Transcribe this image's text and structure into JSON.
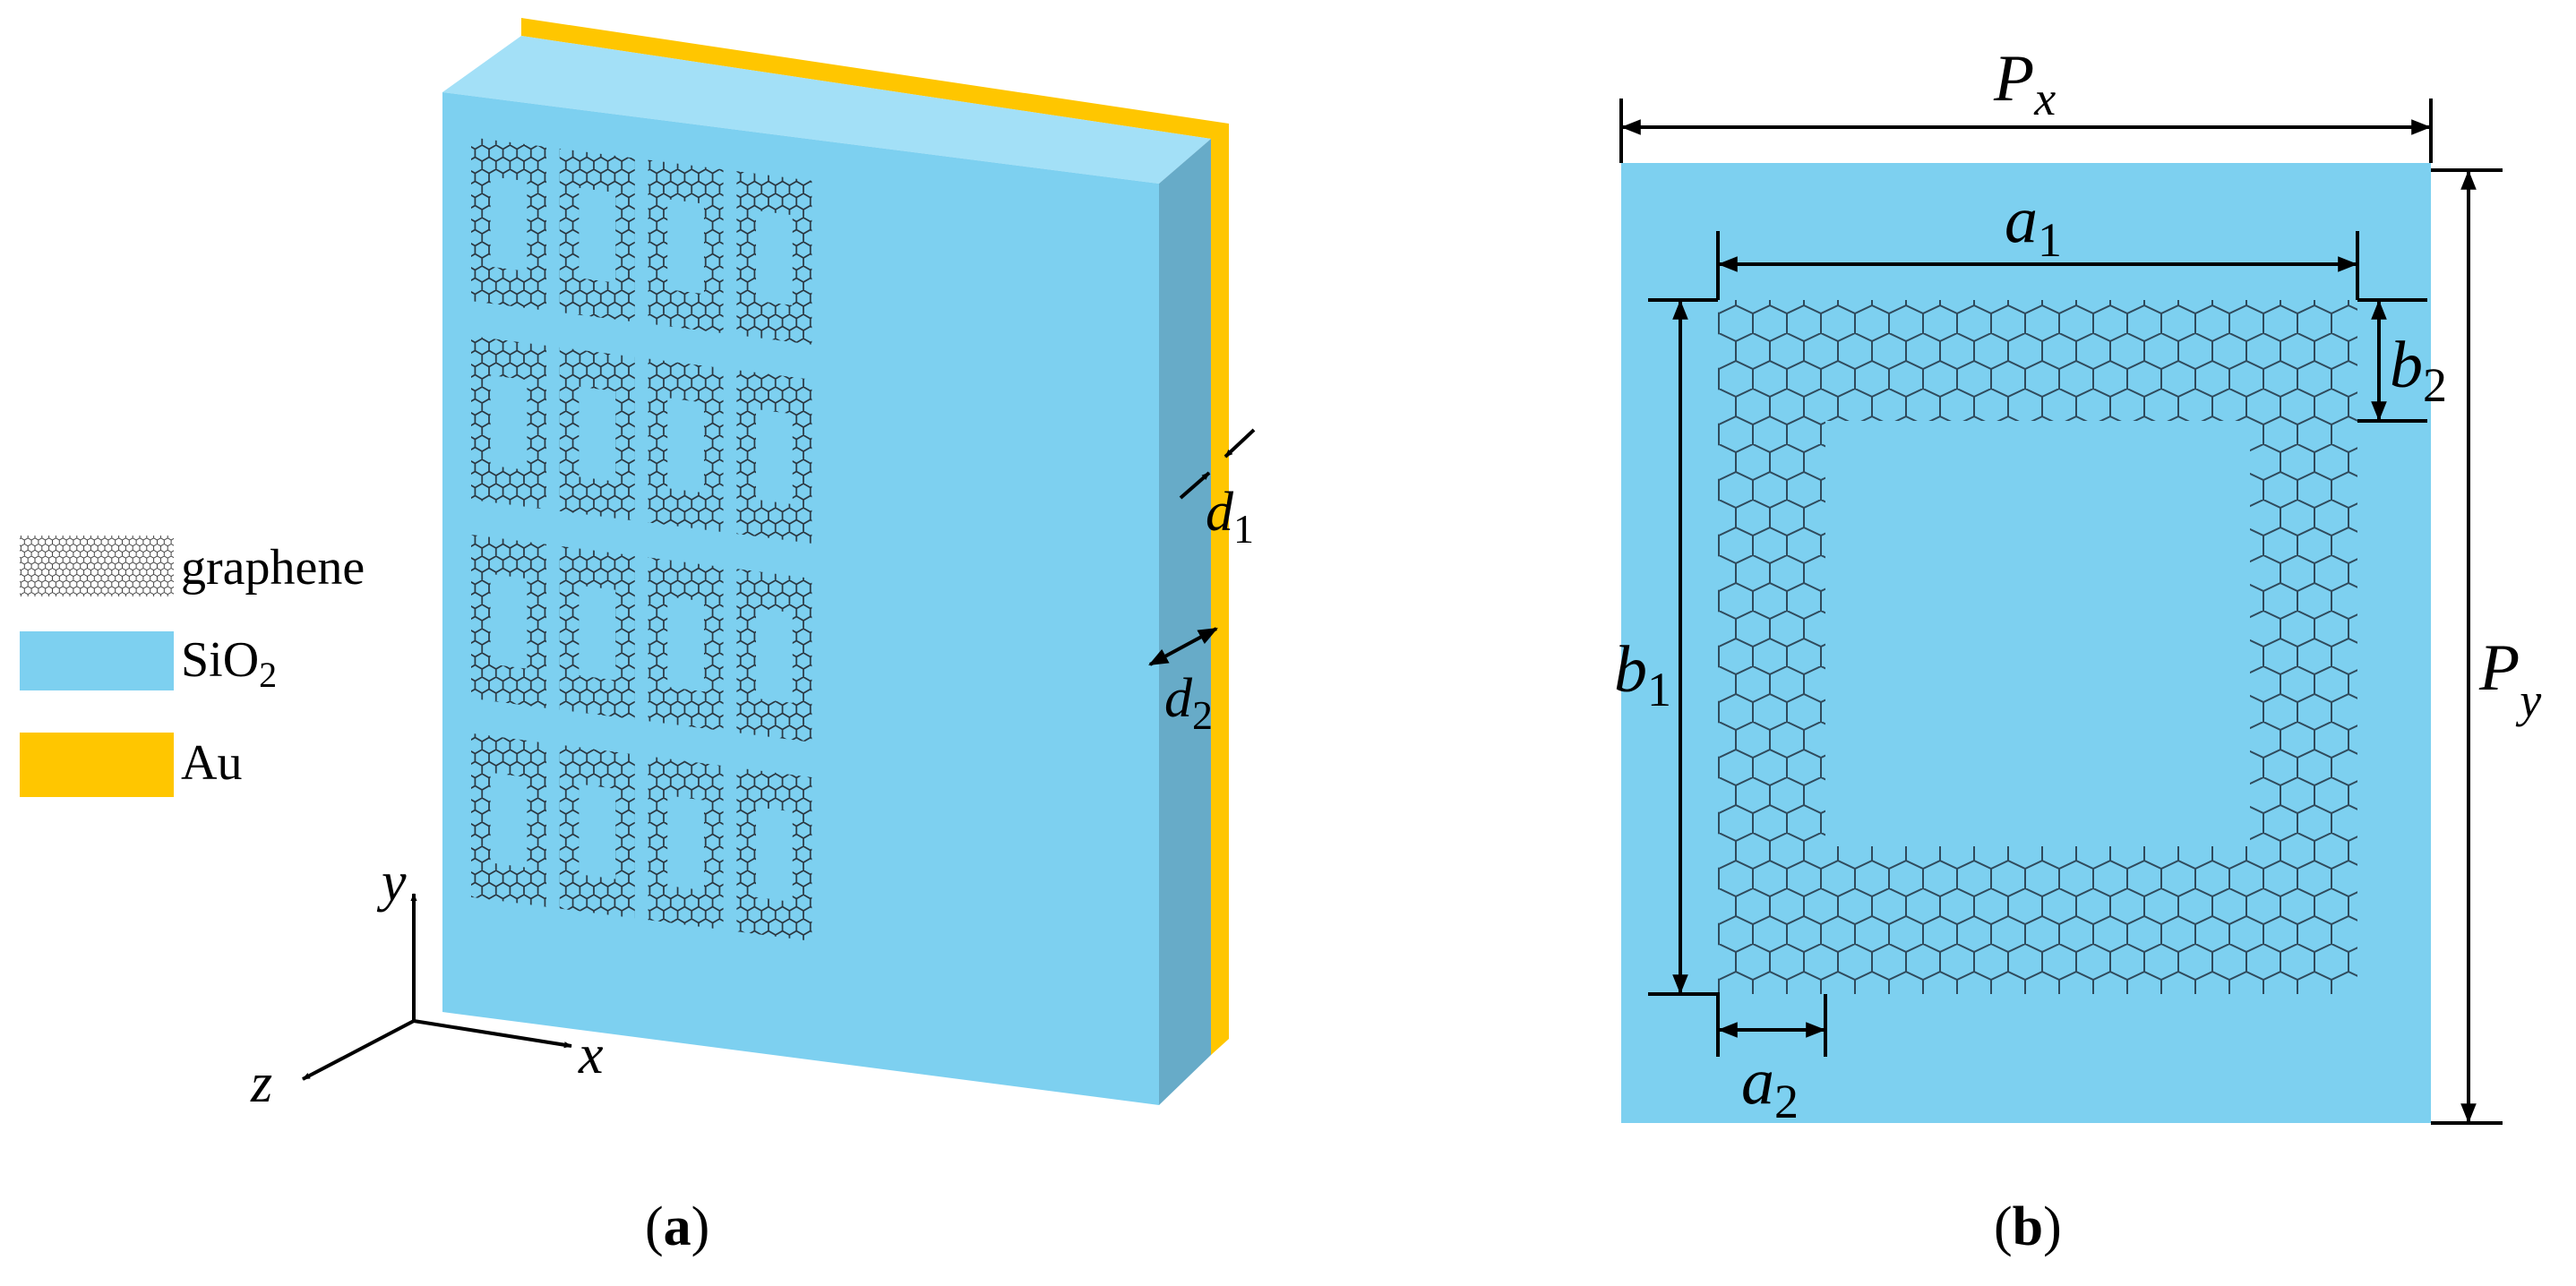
{
  "legend": {
    "graphene": "graphene",
    "sio2": "SiO",
    "sio2_sub": "2",
    "au": "Au"
  },
  "panel_a": {
    "caption_letter": "a",
    "axis_x": "x",
    "axis_y": "y",
    "axis_z": "z",
    "d1": "d",
    "d1_sub": "1",
    "d2": "d",
    "d2_sub": "2"
  },
  "panel_b": {
    "caption_letter": "b",
    "px": "P",
    "px_sub": "x",
    "py": "P",
    "py_sub": "y",
    "a1": "a",
    "a1_sub": "1",
    "a2": "a",
    "a2_sub": "2",
    "b1": "b",
    "b1_sub": "1",
    "b2": "b",
    "b2_sub": "2"
  },
  "colors": {
    "sio2": "#7dd0f0",
    "sio2_top": "#a3e0f7",
    "sio2_side": "#67abc8",
    "au": "#ffc600",
    "graphene_line": "#2a3640"
  }
}
